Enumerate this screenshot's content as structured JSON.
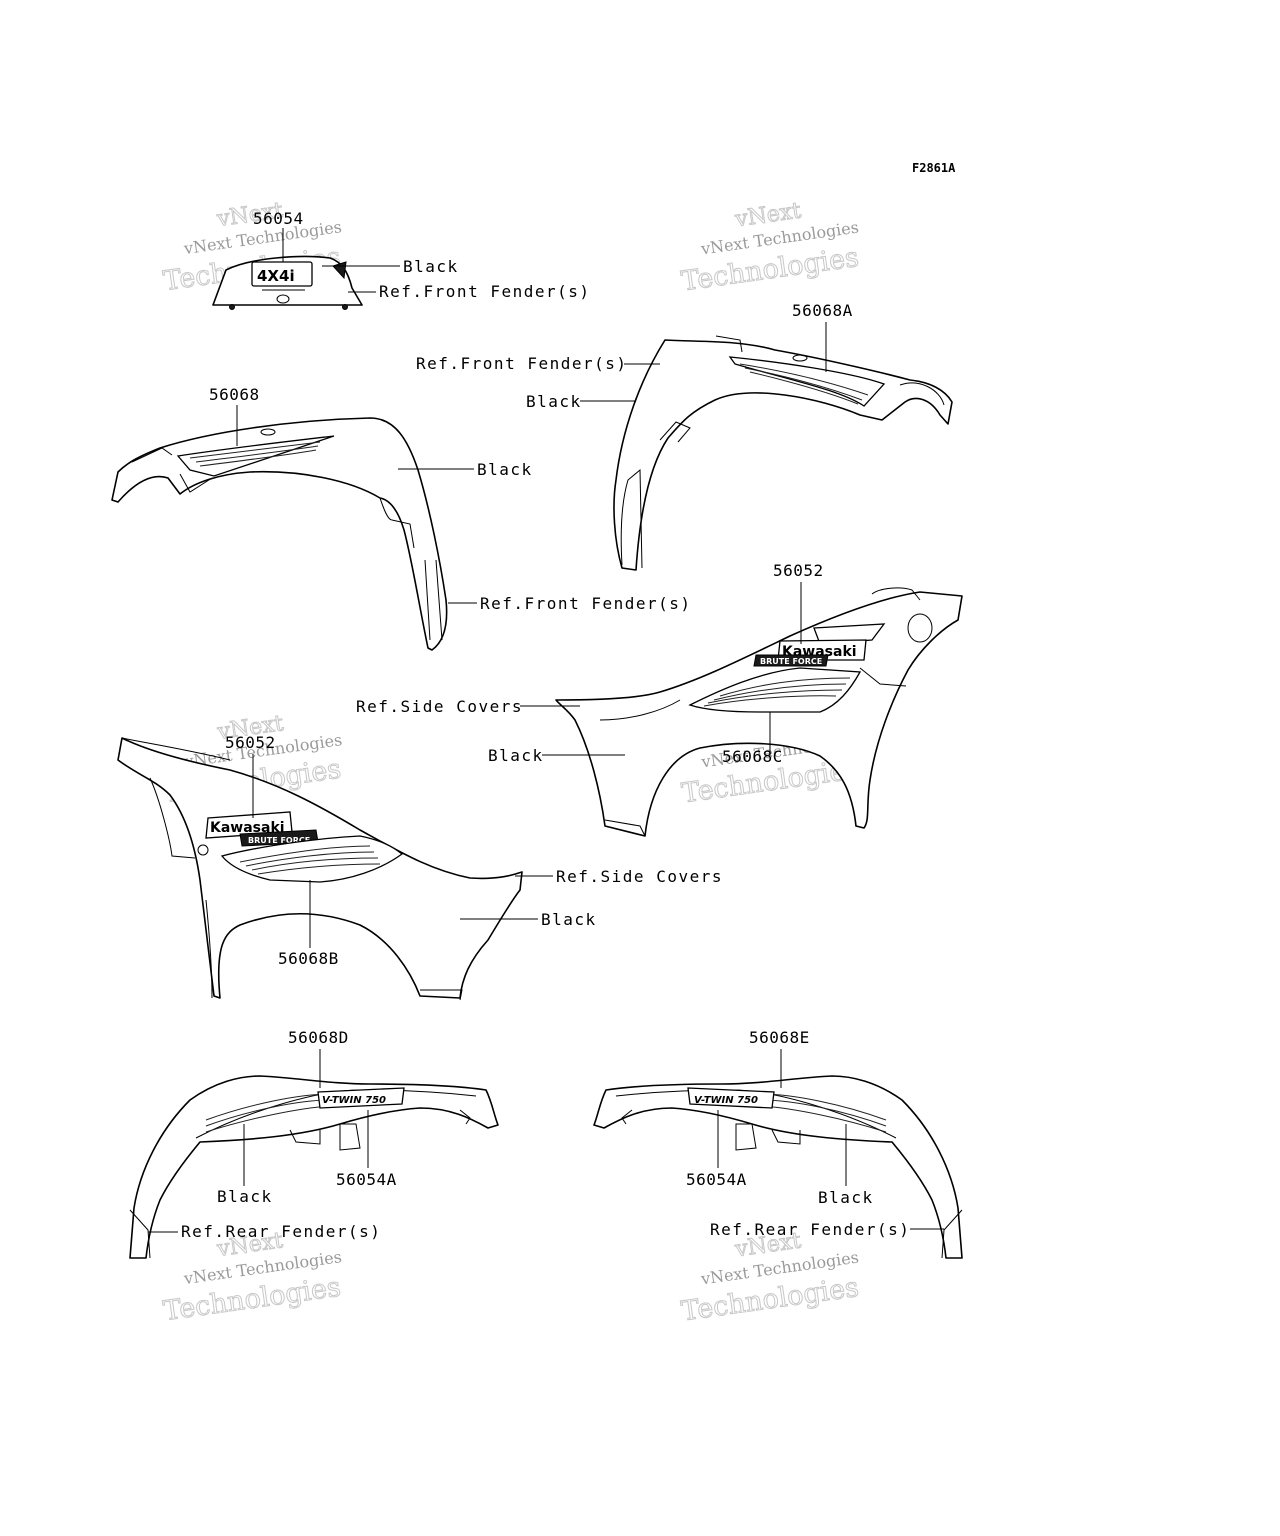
{
  "diagram_code": "F2861A",
  "parts": {
    "p56054": "56054",
    "p56068A": "56068A",
    "p56068": "56068",
    "p56052_right": "56052",
    "p56052_left": "56052",
    "p56068C": "56068C",
    "p56068B": "56068B",
    "p56068D": "56068D",
    "p56068E": "56068E",
    "p56054A_left": "56054A",
    "p56054A_right": "56054A"
  },
  "notes": {
    "black": "Black",
    "ref_front_fender": "Ref.Front Fender(s)",
    "ref_side_covers": "Ref.Side Covers",
    "ref_rear_fender": "Ref.Rear Fender(s)"
  },
  "decal_text": {
    "kawasaki": "Kawasaki",
    "brute_force": "BRUTE FORCE",
    "four_by_four": "4X4i",
    "v_twin": "V-TWIN 750"
  },
  "watermark": {
    "line1": "vNext Technologies",
    "line2": "Technologies",
    "line3": "vNext"
  }
}
